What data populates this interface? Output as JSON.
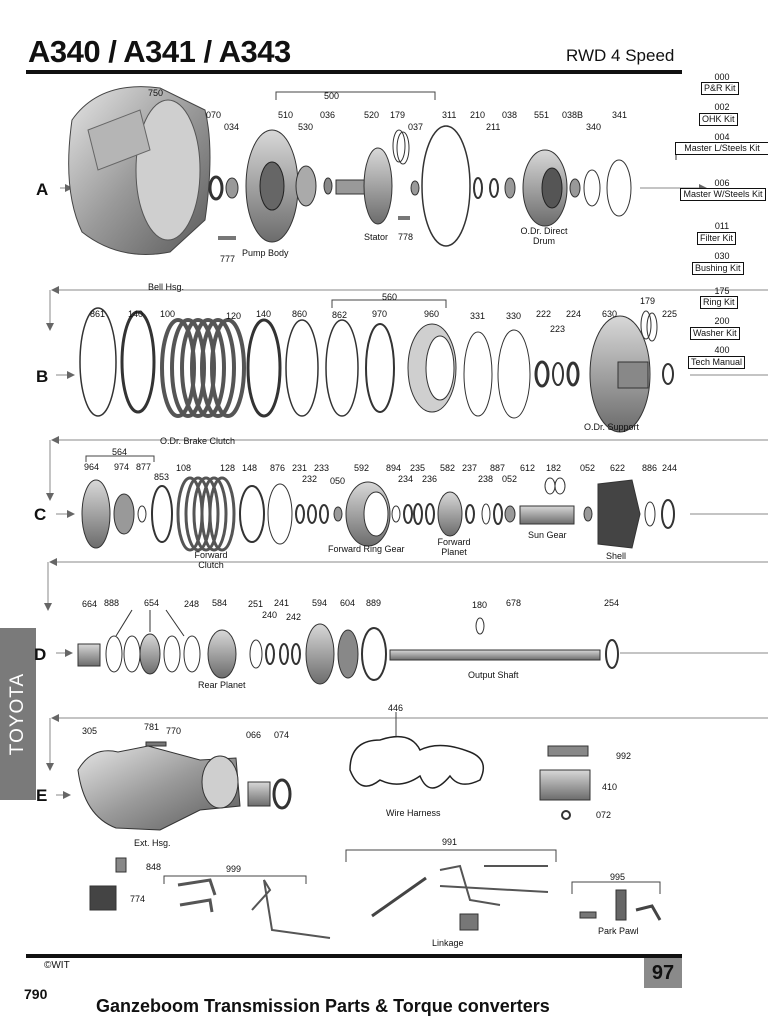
{
  "header": {
    "title": "A340 / A341 / A343",
    "subtitle": "RWD 4 Speed"
  },
  "side_tab": "TOYOTA",
  "rows": [
    "A",
    "B",
    "C",
    "D",
    "E"
  ],
  "kits": [
    {
      "num": "000",
      "label": "P&R Kit"
    },
    {
      "num": "002",
      "label": "OHK Kit"
    },
    {
      "num": "004",
      "label": "Master L/Steels Kit"
    },
    {
      "num": "006",
      "label": "Master W/Steels Kit"
    },
    {
      "num": "011",
      "label": "Filter Kit"
    },
    {
      "num": "030",
      "label": "Bushing Kit"
    },
    {
      "num": "175",
      "label": "Ring Kit"
    },
    {
      "num": "200",
      "label": "Washer Kit"
    },
    {
      "num": "400",
      "label": "Tech Manual"
    }
  ],
  "part_numbers": {
    "row_a": [
      "750",
      "070",
      "034",
      "500",
      "510",
      "530",
      "036",
      "520",
      "179",
      "037",
      "311",
      "210",
      "211",
      "038",
      "551",
      "038B",
      "340",
      "341",
      "777",
      "778"
    ],
    "row_b": [
      "861",
      "140",
      "100",
      "120",
      "140",
      "860",
      "560",
      "862",
      "970",
      "960",
      "331",
      "330",
      "222",
      "223",
      "224",
      "630",
      "179",
      "225"
    ],
    "row_c": [
      "564",
      "964",
      "974",
      "877",
      "853",
      "108",
      "128",
      "148",
      "876",
      "231",
      "232",
      "233",
      "050",
      "592",
      "894",
      "234",
      "235",
      "236",
      "582",
      "237",
      "238",
      "887",
      "052",
      "612",
      "182",
      "052",
      "622",
      "886",
      "244"
    ],
    "row_d": [
      "664",
      "888",
      "654",
      "248",
      "584",
      "251",
      "240",
      "241",
      "242",
      "594",
      "604",
      "889",
      "180",
      "678",
      "254"
    ],
    "row_e": [
      "305",
      "781",
      "770",
      "066",
      "074",
      "446",
      "992",
      "410",
      "072",
      "848",
      "774",
      "999",
      "991",
      "995"
    ]
  },
  "part_names": {
    "pump_body": "Pump Body",
    "stator": "Stator",
    "bell_hsg": "Bell Hsg.",
    "odr_direct_drum": "O.Dr. Direct Drum",
    "odr_brake_clutch": "O.Dr. Brake Clutch",
    "odr_support": "O.Dr. Support",
    "forward_clutch": "Forward Clutch",
    "forward_ring_gear": "Forward Ring Gear",
    "forward_planet": "Forward Planet",
    "sun_gear": "Sun Gear",
    "shell": "Shell",
    "rear_planet": "Rear Planet",
    "output_shaft": "Output Shaft",
    "ext_hsg": "Ext. Hsg.",
    "wire_harness": "Wire Harness",
    "linkage": "Linkage",
    "park_pawl": "Park Pawl"
  },
  "footer": {
    "copyright": "©WIT",
    "page_number": "97",
    "page_left": "790",
    "company": "Ganzeboom Transmission Parts & Torque converters"
  }
}
